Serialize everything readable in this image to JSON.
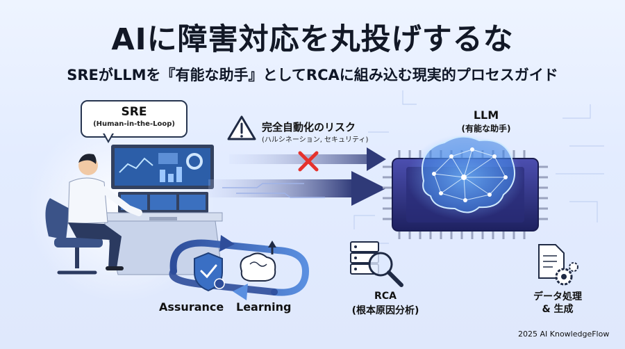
{
  "title": "AIに障害対応を丸投げするな",
  "subtitle": "SREがLLMを『有能な助手』としてRCAに組み込む現実的プロセスガイド",
  "sre": {
    "name": "SRE",
    "role": "(Human-in-the-Loop)"
  },
  "risk": {
    "title": "完全自動化のリスク",
    "detail": "(ハルシネーション, セキュリティ)"
  },
  "llm": {
    "name": "LLM",
    "role": "(有能な助手)"
  },
  "loop": {
    "assurance": "Assurance",
    "learning": "Learning"
  },
  "rca": {
    "name": "RCA",
    "role": "(根本原因分析)"
  },
  "data_proc": {
    "line1": "データ処理",
    "line2": "& 生成"
  },
  "footer": "2025 AI KnowledgeFlow",
  "colors": {
    "arrow": "#2f3a78",
    "cross": "#e5322d",
    "chip": "#3b3f8f",
    "accent": "#3a7bd5"
  },
  "icons": [
    "warning-icon",
    "cross-icon",
    "shield-check-icon",
    "brain-gear-icon",
    "server-search-icon",
    "document-gear-icon",
    "neural-brain-icon"
  ]
}
